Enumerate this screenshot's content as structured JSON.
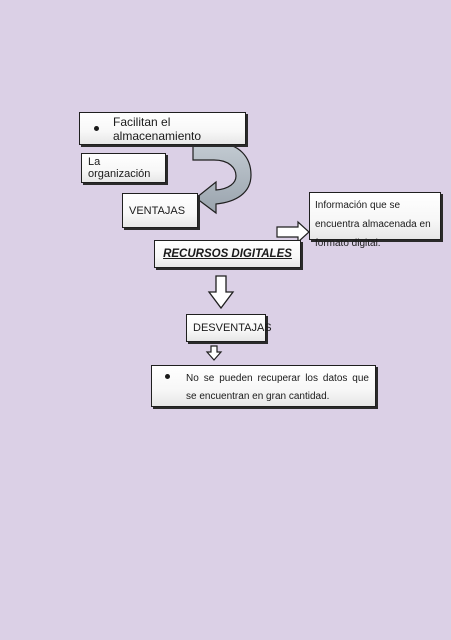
{
  "nodes": {
    "almacenamiento": "Facilitan el almacenamiento",
    "organizacion": "La organización",
    "ventajas": "VENTAJAS",
    "informacion": "Información que se encuentra almacenada en formato digital.",
    "recursos": "RECURSOS DIGITALES",
    "desventajas": "DESVENTAJAS",
    "no_recuperar": "No se pueden recuperar los datos que se encuentran en gran cantidad."
  },
  "colors": {
    "background": "#dbd0e6",
    "curved_arrow_fill": "#a9b3bd",
    "border": "#1f1f1f"
  }
}
